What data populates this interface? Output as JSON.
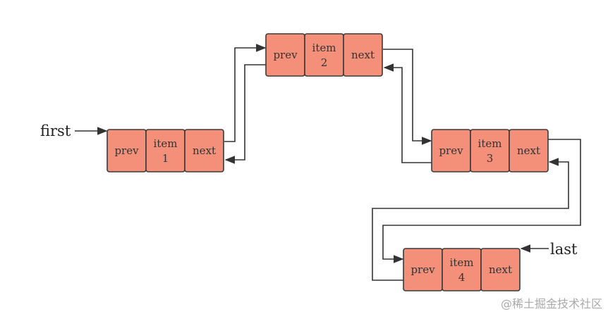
{
  "labels": {
    "first": "first",
    "last": "last"
  },
  "nodes": [
    {
      "prev": "prev",
      "item": "item",
      "num": "1",
      "next": "next"
    },
    {
      "prev": "prev",
      "item": "item",
      "num": "2",
      "next": "next"
    },
    {
      "prev": "prev",
      "item": "item",
      "num": "3",
      "next": "next"
    },
    {
      "prev": "prev",
      "item": "item",
      "num": "4",
      "next": "next"
    }
  ],
  "watermark": "@稀土掘金技术社区",
  "colors": {
    "node_fill": "#f4907a",
    "stroke": "#333333"
  }
}
